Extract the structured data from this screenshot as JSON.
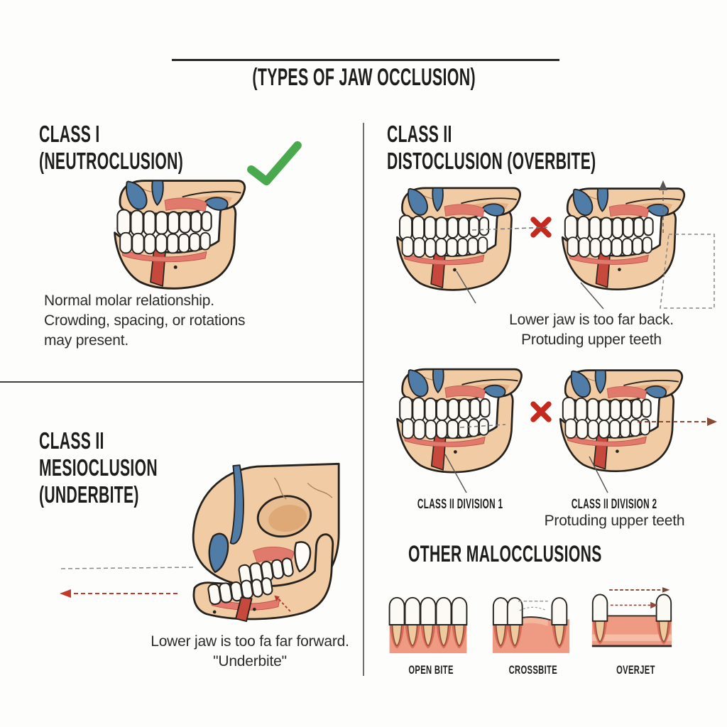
{
  "title": "(TYPES OF JAW OCCLUSION)",
  "sections": {
    "class1": {
      "heading": [
        "CLASS I",
        "(NEUTROCLUSION)"
      ],
      "caption": [
        "Normal molar relationship.",
        "Crowding, spacing, or rotations",
        "may present."
      ],
      "status_icon": "check-icon",
      "status_color": "#49a94d"
    },
    "class2": {
      "heading": [
        "CLASS II",
        "DISTOCLUSION (OVERBITE)"
      ],
      "row1_caption": [
        "Lower jaw is too far back.",
        "Protuding upper teeth"
      ],
      "division1_label": "CLASS II DIVISION 1",
      "division2_label": "CLASS II DIVISION 2",
      "division2_caption": "Protuding upper teeth",
      "status_icon": "x-icon",
      "status_color": "#c5281c"
    },
    "class3": {
      "heading": [
        "CLASS II",
        "MESIOCLUSION",
        "(UNDERBITE)"
      ],
      "caption": [
        "Lower jaw is too fa far forward.",
        "\"Underbite\""
      ]
    },
    "other": {
      "heading": "OTHER MALOCCLUSIONS",
      "items": [
        {
          "label": "OPEN BITE"
        },
        {
          "label": "CROSSBITE"
        },
        {
          "label": "OVERJET"
        }
      ]
    }
  },
  "icons": {
    "check": "✓",
    "cross": "✗",
    "arrow_left": "←",
    "arrow_right": "→",
    "arrow_up": "↑"
  },
  "palette": {
    "check_green": "#49a94d",
    "x_red": "#c5281c",
    "bone": "#f0cba3",
    "bone_shade": "#e2ad7c",
    "outline_ink": "#26221e",
    "sinus_blue": "#507ca8",
    "gum_red": "#e2796c",
    "deep_red": "#c7493d",
    "tooth_white": "#fbfaf5",
    "small_gum": "#ef9a82"
  }
}
